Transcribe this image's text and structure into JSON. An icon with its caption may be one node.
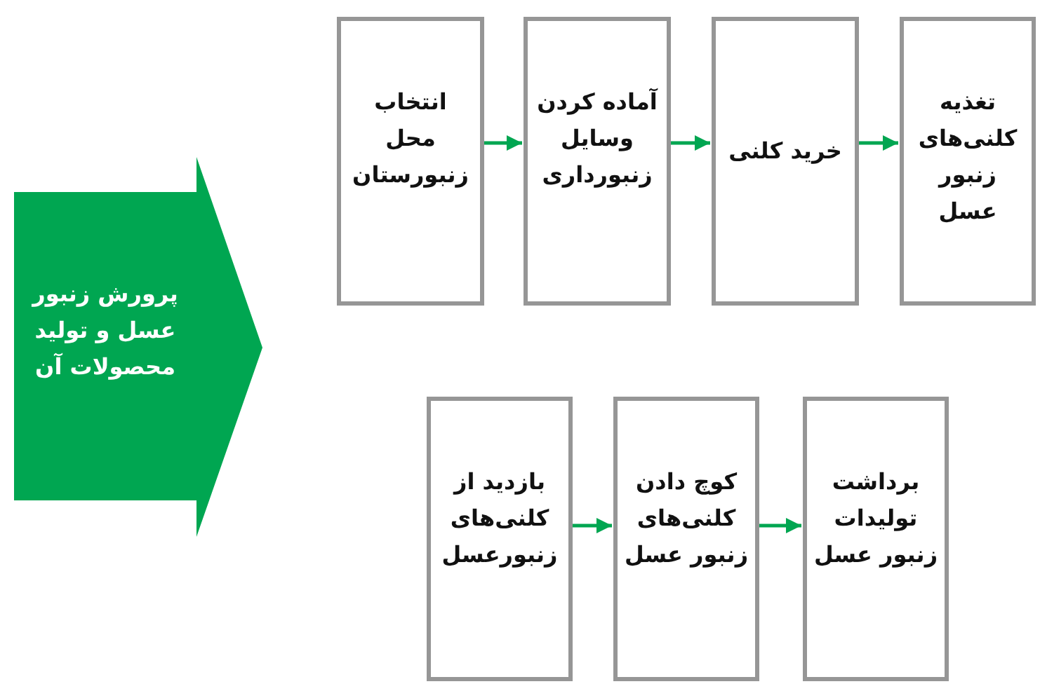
{
  "diagram": {
    "nodes": [
      {
        "text": [
          "پرورش زنبور عسل و تولید محصولات آن"
        ]
      },
      {
        "text": [
          "انتخاب محل زنبورستان"
        ]
      },
      {
        "text": [
          "آماده کردن وسایل زنبورداری"
        ]
      },
      {
        "text": [
          "خرید کلنی"
        ]
      },
      {
        "text": [
          "تغذیه کلنی‌های زنبور عسل"
        ]
      },
      {
        "text": [
          "بازدید از کلنی‌های زنبورعسل"
        ]
      },
      {
        "text": [
          "کوچ دادن کلنی‌های زنبور عسل"
        ]
      },
      {
        "text": [
          "برداشت تولیدات زنبور عسل"
        ]
      }
    ],
    "edges": [
      {
        "from": 1,
        "to": 2,
        "arrow": "to"
      },
      {
        "from": 2,
        "to": 3,
        "arrow": "to"
      },
      {
        "from": 3,
        "to": 4,
        "arrow": "to"
      },
      {
        "from": 5,
        "to": 6,
        "arrow": "to"
      },
      {
        "from": 6,
        "to": 7,
        "arrow": "to"
      }
    ]
  }
}
